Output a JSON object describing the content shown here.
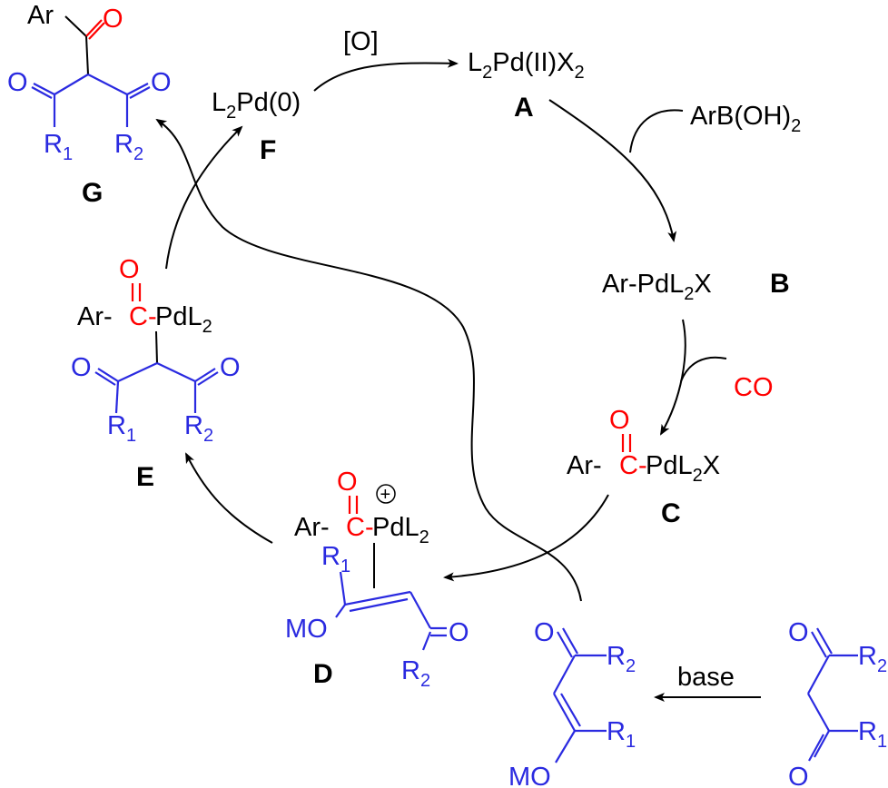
{
  "labels": {
    "A": "A",
    "B": "B",
    "C": "C",
    "D": "D",
    "E": "E",
    "F": "F",
    "G": "G"
  },
  "atoms": {
    "Ar": "Ar",
    "O": "O",
    "C": "C",
    "R": "R",
    "sub1": "1",
    "sub2": "2",
    "MO": "MO",
    "plus": "+",
    "dash": "-"
  },
  "species": {
    "A": {
      "a": "L",
      "b": "2",
      "c": "Pd(II)X",
      "d": "2"
    },
    "F": {
      "a": "L",
      "b": "2",
      "c": "Pd(0)"
    },
    "B": {
      "a": "Ar-PdL",
      "b": "2",
      "c": "X"
    },
    "PdL": "PdL",
    "PdL_end": "X"
  },
  "reagents": {
    "oxidant": "[O]",
    "boronic": {
      "a": "ArB(OH)",
      "b": "2"
    },
    "co": "CO",
    "base": "base"
  }
}
